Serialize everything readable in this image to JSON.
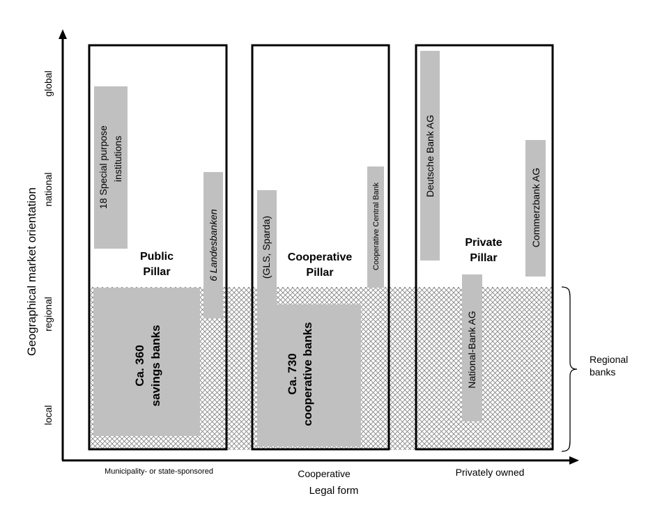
{
  "y_axis": {
    "title": "Geographical market orientation",
    "levels": [
      "global",
      "national",
      "regional",
      "local"
    ]
  },
  "x_axis": {
    "title": "Legal form",
    "categories": [
      "Municipality- or state-sponsored",
      "Cooperative",
      "Privately owned"
    ]
  },
  "pillars": [
    {
      "line1": "Public",
      "line2": "Pillar"
    },
    {
      "line1": "Cooperative",
      "line2": "Pillar"
    },
    {
      "line1": "Private",
      "line2": "Pillar"
    }
  ],
  "institutions": {
    "special_purpose": {
      "line1": "18 Special purpose",
      "line2": "institutions"
    },
    "landesbanken": "6 Landesbanken",
    "savings_banks": {
      "line1": "Ca. 360",
      "line2": "savings banks"
    },
    "gls_sparda": "(GLS, Sparda)",
    "coop_central": "Cooperative  Central Bank",
    "coop_banks": {
      "line1": "Ca. 730",
      "line2": "cooperative banks"
    },
    "deutsche_bank": "Deutsche Bank AG",
    "commerzbank": "Commerzbank AG",
    "national_bank": "National-Bank AG"
  },
  "regional_banks": {
    "line1": "Regional",
    "line2": "banks"
  },
  "colors": {
    "bar": "#c0c0c0",
    "outline": "#000000",
    "hatch": "#7f7f7f"
  }
}
